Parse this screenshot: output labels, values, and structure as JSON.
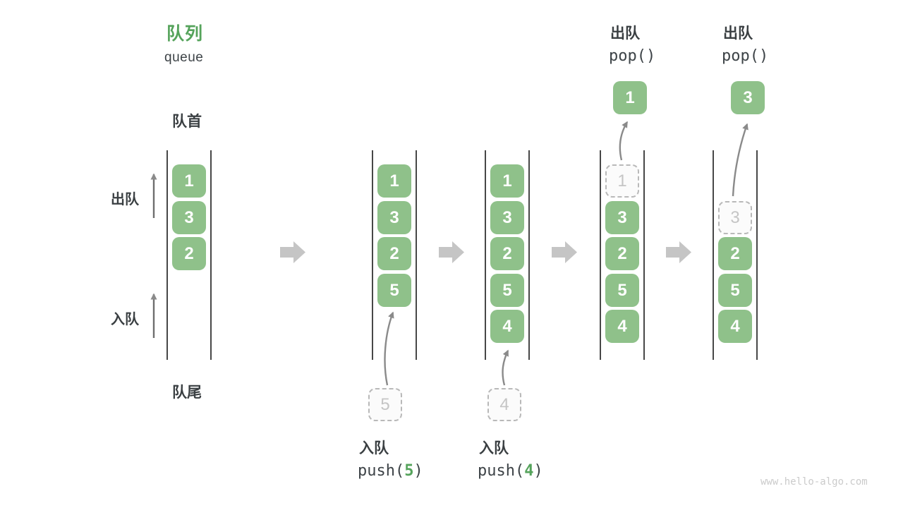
{
  "title": {
    "zh": "队列",
    "en": "queue"
  },
  "labels": {
    "front": "队首",
    "rear": "队尾",
    "dequeue": "出队",
    "enqueue": "入队"
  },
  "queues": [
    {
      "cells": [
        "1",
        "3",
        "2"
      ]
    },
    {
      "cells": [
        "1",
        "3",
        "2",
        "5"
      ],
      "incoming": "5"
    },
    {
      "cells": [
        "1",
        "3",
        "2",
        "5",
        "4"
      ],
      "incoming": "4"
    },
    {
      "ghost": "1",
      "cells": [
        "3",
        "2",
        "5",
        "4"
      ],
      "popped": "1"
    },
    {
      "ghost": "3",
      "cells": [
        "2",
        "5",
        "4"
      ],
      "popped": "3"
    }
  ],
  "ops": {
    "push5": {
      "label": "入队",
      "code_pre": "push(",
      "arg": "5",
      "code_post": ")"
    },
    "push4": {
      "label": "入队",
      "code_pre": "push(",
      "arg": "4",
      "code_post": ")"
    },
    "popA": {
      "label": "出队",
      "code": "pop()"
    },
    "popB": {
      "label": "出队",
      "code": "pop()"
    }
  },
  "watermark": "www.hello-algo.com",
  "colors": {
    "cell_green": "#8fc18a",
    "accent_green": "#55a35b",
    "text_dark": "#3d4347",
    "arrow_gray": "#8a8a8a",
    "block_arrow_gray": "#c5c5c5",
    "container_line": "#474747",
    "ghost_border": "#b9b9b9",
    "ghost_text": "#c5c5c5",
    "watermark_gray": "#cbcbcb"
  }
}
